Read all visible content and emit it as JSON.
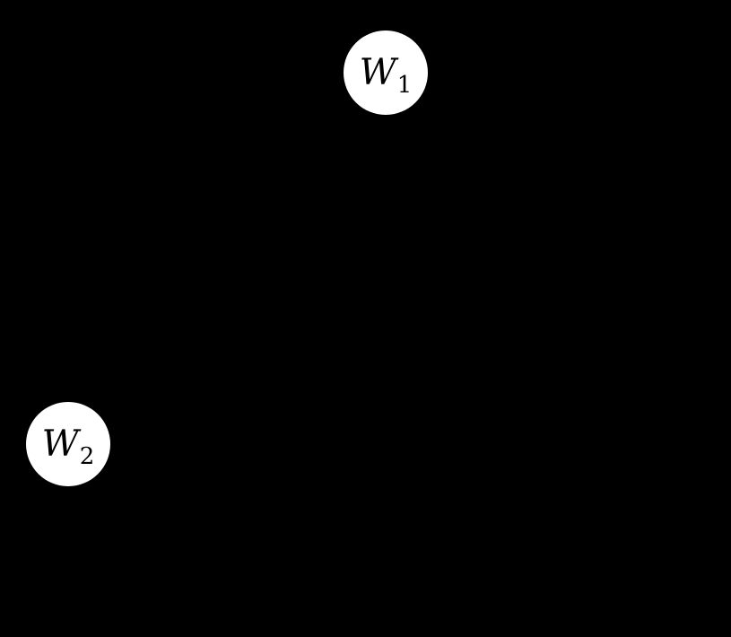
{
  "diagram": {
    "background_color": "#000000",
    "node_fill_color": "#ffffff",
    "node_text_color": "#000000",
    "nodes": [
      {
        "id": "W1",
        "label": "W",
        "subscript": "1"
      },
      {
        "id": "W2",
        "label": "W",
        "subscript": "2"
      }
    ]
  }
}
